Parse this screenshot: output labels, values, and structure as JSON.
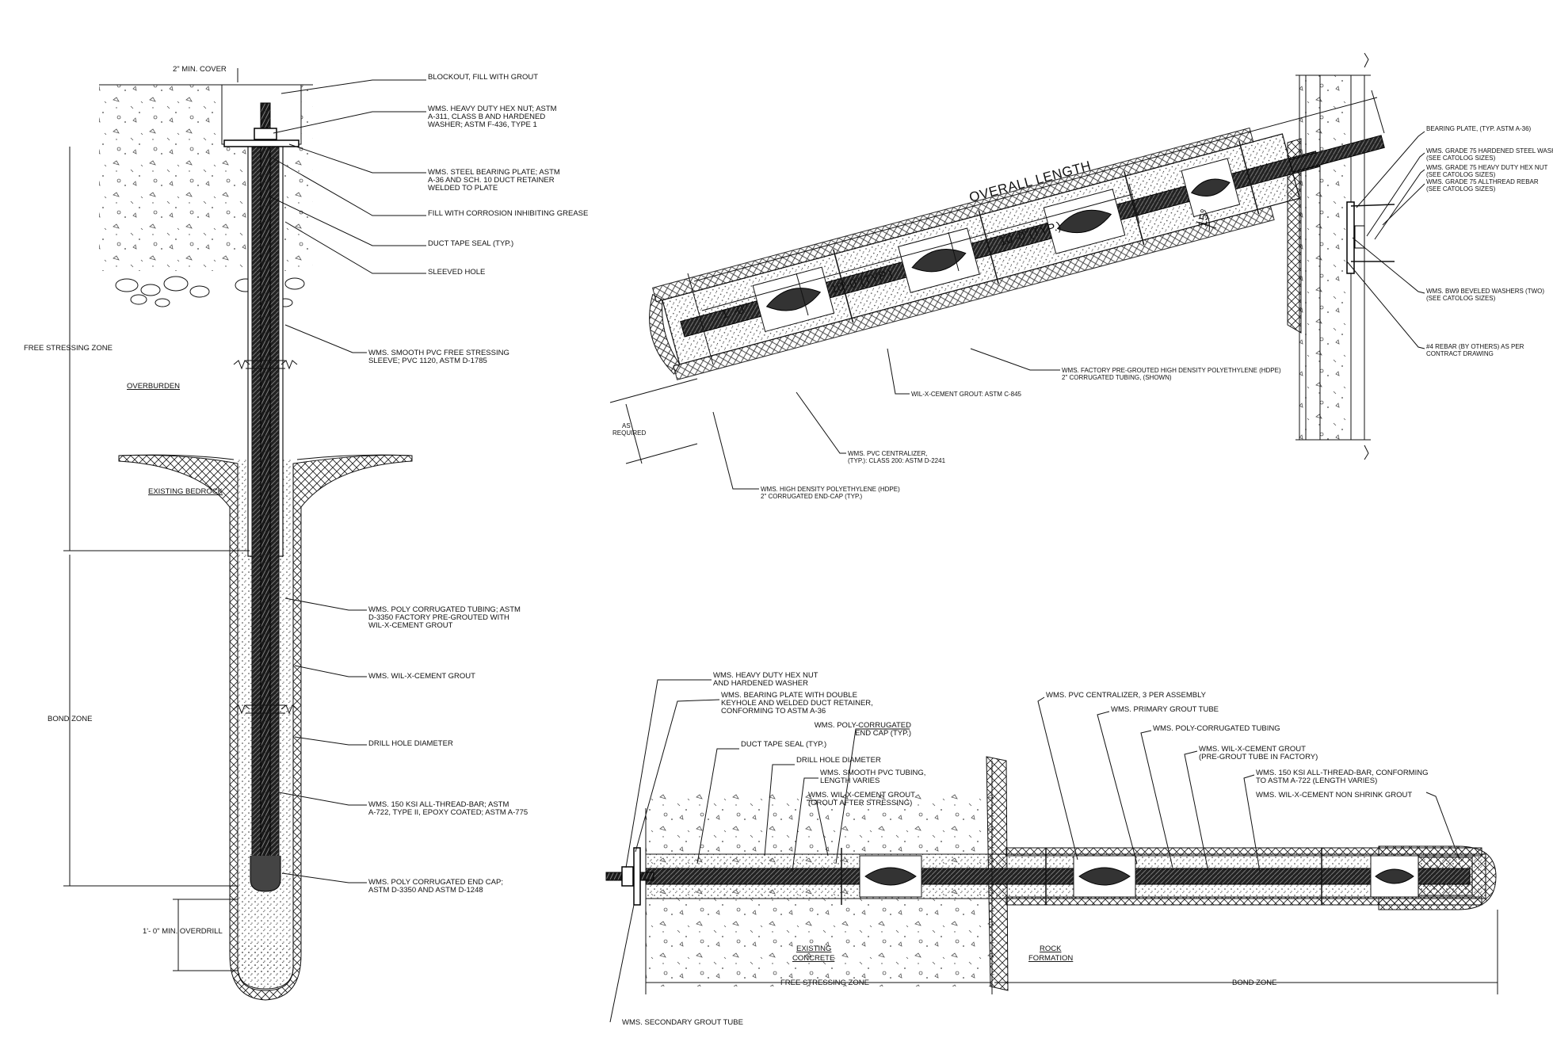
{
  "left_detail": {
    "min_cover": "2\" MIN. COVER",
    "free_stressing_zone": "FREE STRESSING ZONE",
    "bond_zone": "BOND ZONE",
    "overburden": "OVERBURDEN",
    "existing_bedrock": "EXISTING BEDROCK",
    "overdrill": "1'- 0\" MIN. OVERDRILL",
    "callouts": [
      [
        "BLOCKOUT, FILL WITH GROUT"
      ],
      [
        "WMS. HEAVY DUTY HEX NUT; ASTM",
        "A-311, CLASS B AND HARDENED",
        "WASHER; ASTM F-436, TYPE 1"
      ],
      [
        "WMS. STEEL BEARING PLATE; ASTM",
        "A-36 AND SCH. 10 DUCT RETAINER",
        "WELDED TO PLATE"
      ],
      [
        "FILL WITH CORROSION INHIBITING GREASE"
      ],
      [
        "DUCT TAPE SEAL (TYP.)"
      ],
      [
        "SLEEVED HOLE"
      ],
      [
        "WMS. SMOOTH PVC FREE STRESSING",
        "SLEEVE; PVC 1120, ASTM D-1785"
      ],
      [
        "WMS. POLY CORRUGATED TUBING; ASTM",
        "D-3350 FACTORY PRE-GROUTED WITH",
        "WIL-X-CEMENT GROUT"
      ],
      [
        "WMS. WIL-X-CEMENT GROUT"
      ],
      [
        "DRILL HOLE DIAMETER"
      ],
      [
        "WMS. 150 KSI ALL-THREAD-BAR; ASTM",
        "A-722, TYPE II, EPOXY COATED; ASTM A-775"
      ],
      [
        "WMS. POLY CORRUGATED END CAP;",
        "ASTM D-3350 AND ASTM D-1248"
      ]
    ]
  },
  "top_right_detail": {
    "overall_length": "OVERALL LENGTH",
    "ten_ft_1": "10'-0\"(TYP.)",
    "ten_ft_2": "10'-0\"(TYP.)",
    "one_ft": "1' -0\"",
    "angle": "15°",
    "as_required": [
      "AS",
      "REQUIRED"
    ],
    "right_callouts": [
      [
        "BEARING PLATE, (TYP. ASTM A-36)"
      ],
      [
        "WMS. GRADE 75 HARDENED STEEL WASHER",
        "(SEE CATOLOG SIZES)"
      ],
      [
        "WMS. GRADE 75 HEAVY DUTY HEX NUT",
        "(SEE CATOLOG SIZES)"
      ],
      [
        "WMS. GRADE 75 ALLTHREAD REBAR",
        "(SEE CATOLOG SIZES)"
      ],
      [
        "WMS. BW9 BEVELED WASHERS (TWO)",
        "(SEE CATOLOG SIZES)"
      ],
      [
        "#4 REBAR (BY OTHERS) AS PER",
        "CONTRACT DRAWING"
      ]
    ],
    "below_callouts": [
      [
        "WMS. FACTORY PRE-GROUTED HIGH DENSITY POLYETHYLENE (HDPE)",
        "2\" CORRUGATED TUBING, (SHOWN)"
      ],
      [
        "WIL-X-CEMENT GROUT: ASTM C-845"
      ],
      [
        "WMS. PVC CENTRALIZER,",
        "(TYP.): CLASS 200: ASTM D-2241"
      ],
      [
        "WMS. HIGH DENSITY POLYETHYLENE (HDPE)",
        "2\" CORRUGATED END-CAP (TYP.)"
      ]
    ]
  },
  "bottom_detail": {
    "callouts_left": [
      [
        "WMS. HEAVY DUTY HEX NUT",
        "AND HARDENED WASHER"
      ],
      [
        "WMS. BEARING PLATE WITH DOUBLE",
        "KEYHOLE AND WELDED DUCT RETAINER,",
        "CONFORMING TO ASTM A-36"
      ],
      [
        "WMS. POLY-CORRUGATED",
        "END CAP (TYP.)"
      ],
      [
        "DUCT TAPE SEAL (TYP.)"
      ],
      [
        "DRILL HOLE DIAMETER"
      ],
      [
        "WMS. SMOOTH PVC TUBING,",
        "LENGTH VARIES"
      ],
      [
        "WMS. WIL-X-CEMENT GROUT",
        "(GROUT AFTER STRESSING)"
      ]
    ],
    "callouts_right": [
      [
        "WMS. PVC CENTRALIZER, 3 PER ASSEMBLY"
      ],
      [
        "WMS. PRIMARY GROUT TUBE"
      ],
      [
        "WMS. POLY-CORRUGATED TUBING"
      ],
      [
        "WMS. WIL-X-CEMENT GROUT",
        "(PRE-GROUT TUBE IN FACTORY)"
      ],
      [
        "WMS. 150 KSI ALL-THREAD-BAR, CONFORMING",
        "TO ASTM A-722 (LENGTH VARIES)"
      ],
      [
        "WMS. WIL-X-CEMENT NON SHRINK GROUT"
      ]
    ],
    "existing_concrete": [
      "EXISTING",
      "CONCRETE"
    ],
    "rock_formation": [
      "ROCK",
      "FORMATION"
    ],
    "free_stressing_zone": "FREE STRESSING ZONE",
    "bond_zone": "BOND ZONE",
    "secondary_grout_tube": "WMS. SECONDARY GROUT TUBE"
  }
}
